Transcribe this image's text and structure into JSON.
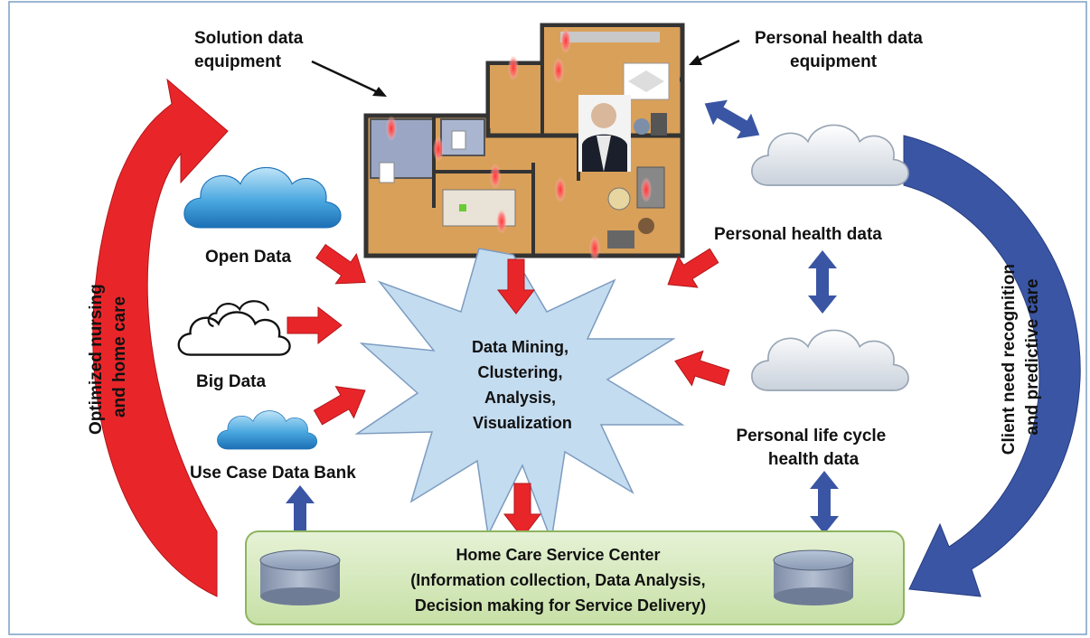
{
  "labels": {
    "solution_equipment": [
      "Solution data",
      "equipment"
    ],
    "personal_equipment": [
      "Personal health data",
      "equipment"
    ],
    "open_data": "Open Data",
    "big_data": "Big Data",
    "use_case": "Use Case Data Bank",
    "personal_health": "Personal health data",
    "personal_life": [
      "Personal life cycle",
      "health data"
    ],
    "mining": [
      "Data Mining,",
      "Clustering,",
      "Analysis,",
      "Visualization"
    ],
    "left_arc": [
      "Optimized nursing",
      "and home care"
    ],
    "right_arc": [
      "Client need recognition",
      "and predictive care"
    ],
    "center_box": [
      "Home Care Service Center",
      "(Information collection, Data Analysis,",
      "Decision making for Service Delivery)"
    ]
  },
  "colors": {
    "red_arrow": "#e8262a",
    "blue_arrow": "#3a55a4",
    "starburst_fill": "#c4dcf0",
    "service_box_fill": "#d6e9c0",
    "service_box_border": "#8eb45f",
    "floor_wood": "#d9a05a",
    "frame_border": "#7aa0c4"
  },
  "icons": [
    "cloud-icon",
    "database-icon",
    "floor-plan-illustration",
    "person-photo"
  ]
}
